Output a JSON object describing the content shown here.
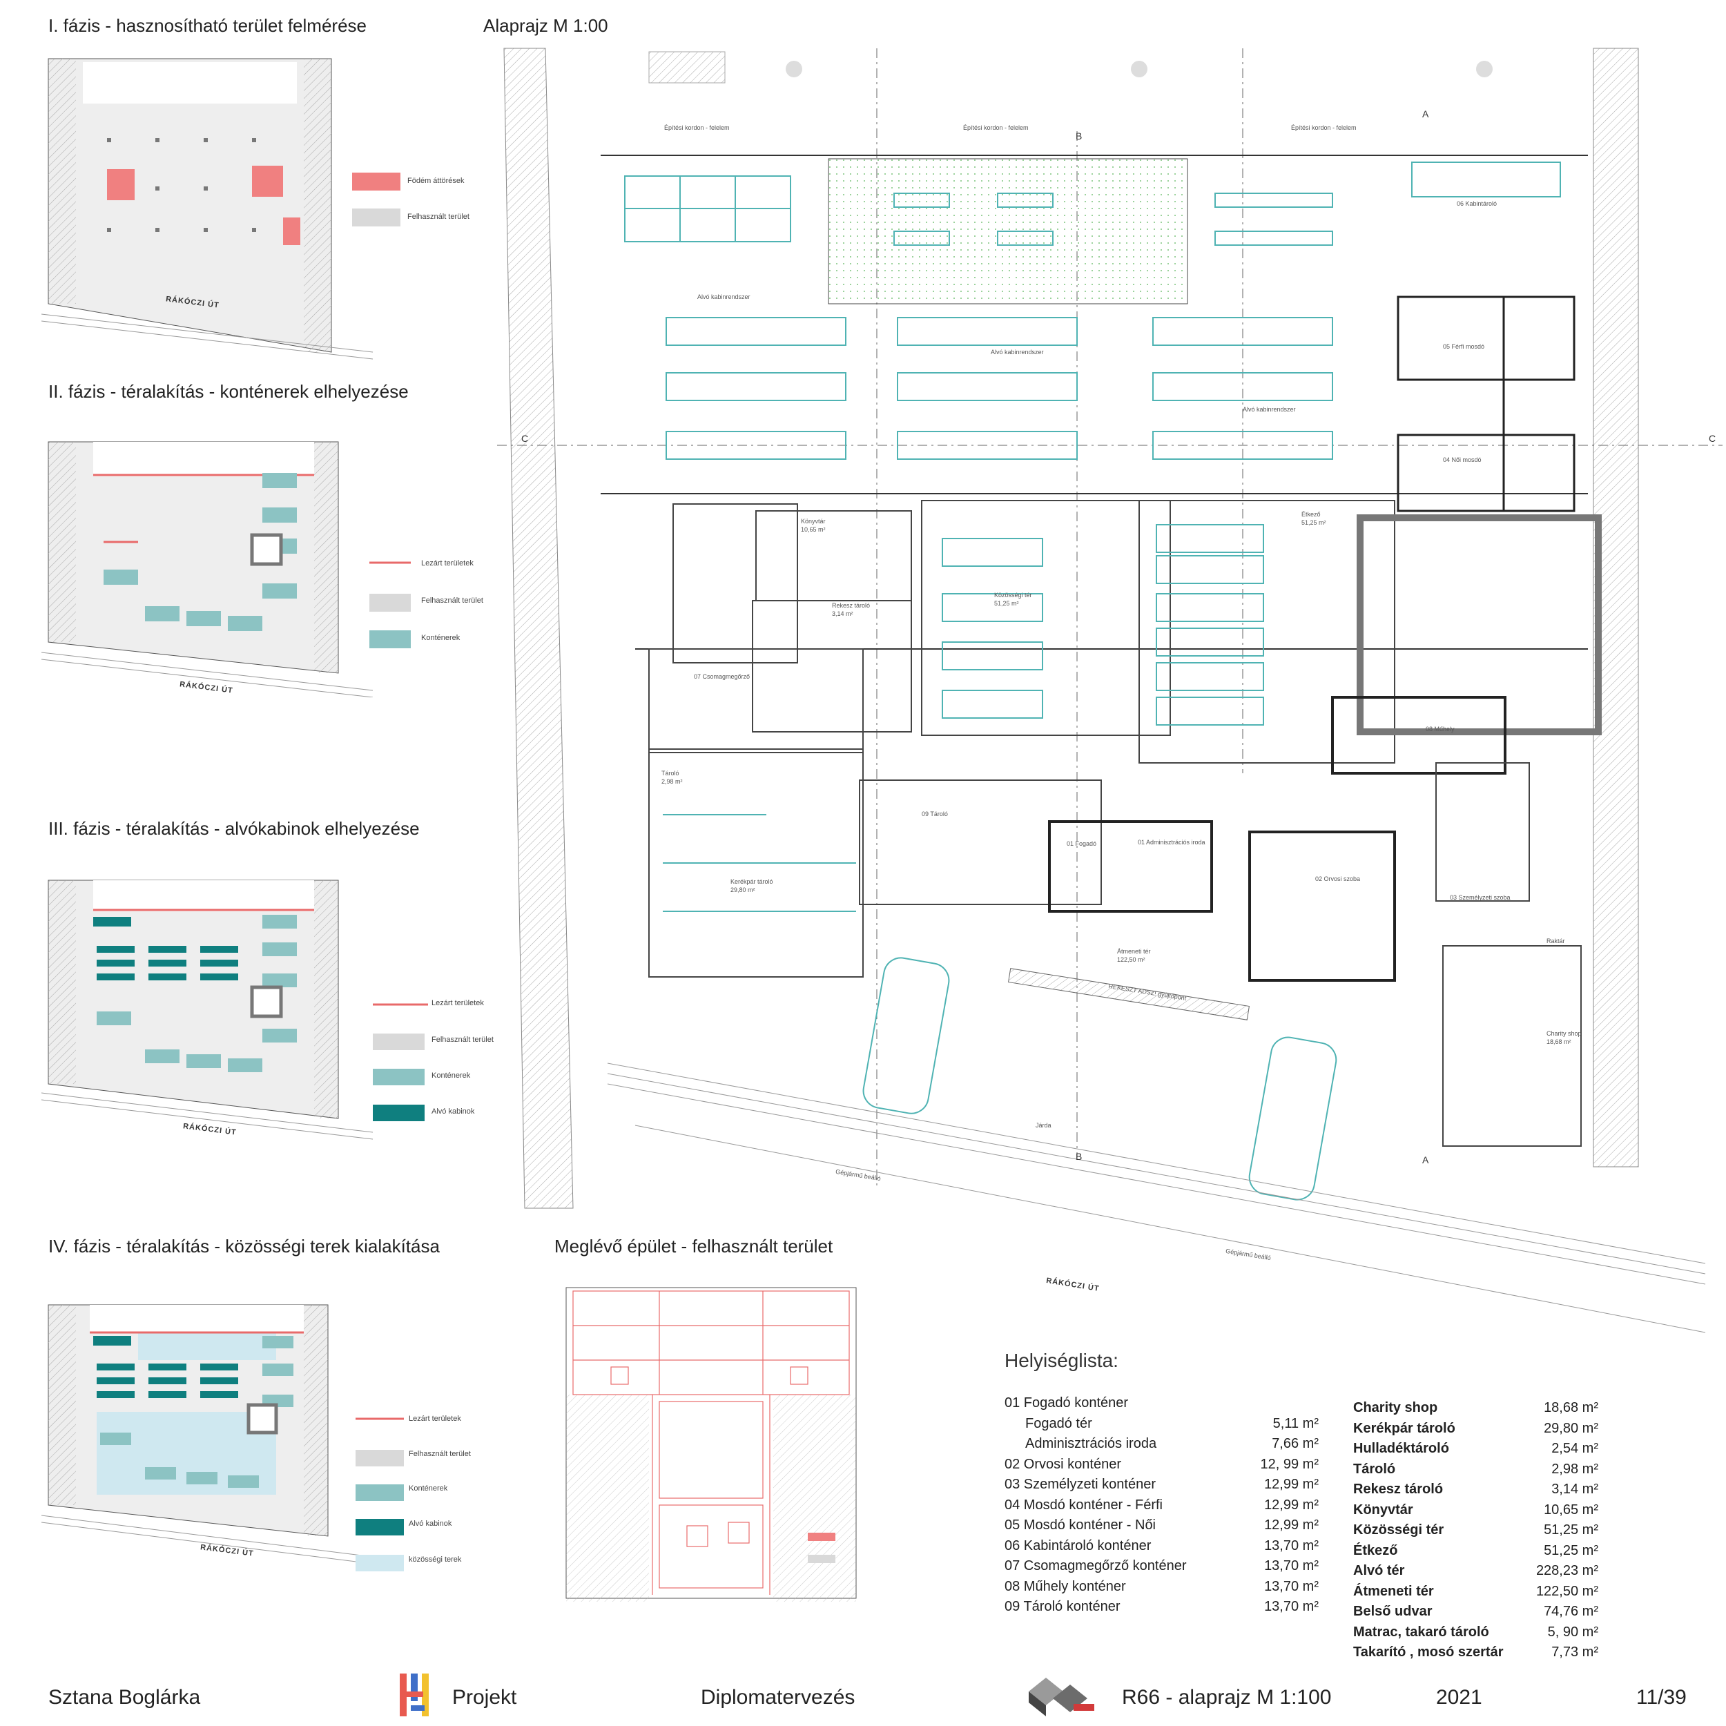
{
  "phases": {
    "p1": {
      "title": "I. fázis - hasznosítható terület felmérése",
      "legend": [
        "Födém áttörések",
        "Felhasznált terület"
      ],
      "road": "RÁKÓCZI ÚT"
    },
    "p2": {
      "title": "II. fázis - téralakítás - konténerek elhelyezése",
      "legend": [
        "Lezárt területek",
        "Felhasznált terület",
        "Konténerek"
      ],
      "road": "RÁKÓCZI ÚT"
    },
    "p3": {
      "title": "III. fázis - téralakítás - alvókabinok elhelyezése",
      "legend": [
        "Lezárt területek",
        "Felhasznált terület",
        "Konténerek",
        "Alvó kabinok"
      ],
      "road": "RÁKÓCZI ÚT"
    },
    "p4": {
      "title": "IV. fázis - téralakítás - közösségi terek kialakítása",
      "legend": [
        "Lezárt területek",
        "Felhasznált terület",
        "Konténerek",
        "Alvó kabinok",
        "közösségi terek"
      ],
      "road": "RÁKÓCZI ÚT"
    }
  },
  "existing": {
    "title": "Meglévő épület - felhasznált terület"
  },
  "plan": {
    "title": "Alaprajz M 1:00",
    "road": "RÁKÓCZI ÚT",
    "section_marks": [
      "A",
      "A",
      "B",
      "B",
      "C",
      "C"
    ],
    "labels": {
      "kabin": "06 Kabintároló",
      "ferfi": "05 Férfi mosdó",
      "noi": "04 Női mosdó",
      "konyvtar": "Könyvtár",
      "konyvtar_area": "10,65 m²",
      "etkezo": "Étkező",
      "etkezo_area": "51,25 m²",
      "kozossegi": "Közösségi tér",
      "kozossegi_area": "51,25 m²",
      "rekesz": "Rekesz tároló",
      "rekesz_area": "3,14 m²",
      "csomag": "07 Csomagmegőrző",
      "muhely": "08 Műhely",
      "taroló": "09 Tároló",
      "tarolo_small": "Tároló",
      "tarolo_small_area": "2,98 m²",
      "kerekpar": "Kerékpár tároló",
      "kerekpar_area": "29,80 m²",
      "fogado": "01 Fogadó",
      "admin": "01 Adminisztrációs iroda",
      "orvosi": "02 Orvosi szoba",
      "szemelyzeti": "03 Személyzeti szoba",
      "atmeneti": "Átmeneti tér",
      "atmeneti_area": "122,50 m²",
      "raktar": "Raktár",
      "charity": "Charity shop",
      "charity_area": "18,68 m²",
      "jarda": "Járda",
      "gepjarmu1": "Gépjármű beálló",
      "gepjarmu2": "Gépjármű beálló",
      "alvo1": "Alvó kabinrendszer",
      "alvo2": "Alvó kabinrendszer",
      "alvo3": "Alvó kabinrendszer",
      "kordon1": "Építési kordon - felelem",
      "kordon2": "Építési kordon - felelem",
      "kordon3": "Építési kordon - felelem",
      "rekeszt": "REKESZT ADSZ! gyűjtőpont"
    }
  },
  "rooms": {
    "title": "Helyiséglista:",
    "left": [
      {
        "name": "01 Fogadó konténer",
        "area": "",
        "indent": false
      },
      {
        "name": "Fogadó tér",
        "area": "5,11 m²",
        "indent": true
      },
      {
        "name": "Adminisztrációs iroda",
        "area": "7,66 m²",
        "indent": true
      },
      {
        "name": "02 Orvosi konténer",
        "area": "12, 99 m²",
        "indent": false
      },
      {
        "name": "03 Személyzeti konténer",
        "area": "12,99 m²",
        "indent": false
      },
      {
        "name": "04 Mosdó konténer - Férfi",
        "area": "12,99 m²",
        "indent": false
      },
      {
        "name": "05 Mosdó konténer - Női",
        "area": "12,99 m²",
        "indent": false
      },
      {
        "name": "06 Kabintároló konténer",
        "area": "13,70 m²",
        "indent": false
      },
      {
        "name": "07 Csomagmegőrző konténer",
        "area": "13,70 m²",
        "indent": false
      },
      {
        "name": "08 Műhely konténer",
        "area": "13,70 m²",
        "indent": false
      },
      {
        "name": "09 Tároló konténer",
        "area": "13,70 m²",
        "indent": false
      }
    ],
    "right": [
      {
        "name": "Charity shop",
        "area": "18,68 m²"
      },
      {
        "name": "Kerékpár tároló",
        "area": "29,80 m²"
      },
      {
        "name": "Hulladéktároló",
        "area": "2,54 m²"
      },
      {
        "name": "Tároló",
        "area": "2,98 m²"
      },
      {
        "name": "Rekesz tároló",
        "area": "3,14 m²"
      },
      {
        "name": "Könyvtár",
        "area": "10,65 m²"
      },
      {
        "name": "Közösségi tér",
        "area": "51,25 m²"
      },
      {
        "name": "Étkező",
        "area": "51,25 m²"
      },
      {
        "name": "Alvó tér",
        "area": "228,23 m²"
      },
      {
        "name": "Átmeneti tér",
        "area": "122,50 m²"
      },
      {
        "name": "Belső udvar",
        "area": "74,76 m²"
      },
      {
        "name": "Matrac, takaró tároló",
        "area": "5, 90 m²"
      },
      {
        "name": "Takarító , mosó szertár",
        "area": "7,73 m²"
      }
    ]
  },
  "footer": {
    "author": "Sztana Boglárka",
    "project": "Projekt",
    "course": "Diplomatervezés",
    "sheet_title": "R66 - alaprajz M 1:100",
    "year": "2021",
    "page": "11/39"
  },
  "colors": {
    "opening": "#f08080",
    "used": "#d9d9d9",
    "container": "#8cc3c3",
    "cabin": "#0f7f7f",
    "community": "#cfe8f0",
    "closed": "#e86a6a",
    "plan_teal": "#4fb3b3"
  }
}
